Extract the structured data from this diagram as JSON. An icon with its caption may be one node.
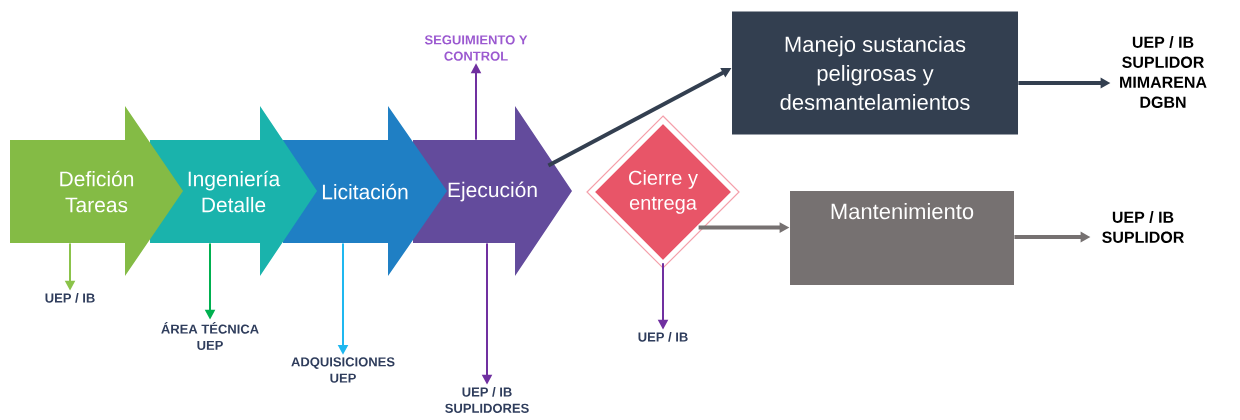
{
  "diagram": {
    "nodes": [
      {
        "text": [
          "Defición Tareas"
        ]
      },
      {
        "text": [
          "Ingeniería Detalle"
        ]
      },
      {
        "text": [
          "Licitación"
        ]
      },
      {
        "text": [
          "Ejecución"
        ]
      },
      {
        "text": [
          "Cierre y entrega"
        ]
      },
      {
        "text": [
          "Manejo sustancias peligrosas y desmantelamientos"
        ]
      },
      {
        "text": [
          "Mantenimiento"
        ]
      },
      {
        "text": [
          "UEP / IB"
        ]
      },
      {
        "text": [
          "ÁREA TÉCNICA UEP"
        ]
      },
      {
        "text": [
          "ADQUISICIONES UEP"
        ]
      },
      {
        "text": [
          "UEP / IB SUPLIDORES"
        ]
      },
      {
        "text": [
          "SEGUIMIENTO Y CONTROL"
        ]
      },
      {
        "text": [
          "UEP / IB"
        ]
      },
      {
        "text": [
          "UEP / IB SUPLIDOR MIMARENA DGBN"
        ]
      },
      {
        "text": [
          "UEP / IB SUPLIDOR"
        ]
      }
    ],
    "edges": [
      {
        "from": 0,
        "to": 7,
        "arrow": "to",
        "color": "#8bc34a"
      },
      {
        "from": 1,
        "to": 8,
        "arrow": "to",
        "color": "#00b050"
      },
      {
        "from": 2,
        "to": 9,
        "arrow": "to",
        "color": "#1fb8f0"
      },
      {
        "from": 3,
        "to": 10,
        "arrow": "to",
        "color": "#7030a0"
      },
      {
        "from": 3,
        "to": 11,
        "arrow": "to",
        "color": "#7030a0"
      },
      {
        "from": 4,
        "to": 12,
        "arrow": "to",
        "color": "#7030a0"
      },
      {
        "from": 3,
        "to": 5,
        "arrow": "to",
        "style": "thick",
        "color": "#333f50"
      },
      {
        "from": 5,
        "to": 13,
        "arrow": "to",
        "style": "thick",
        "color": "#333f50"
      },
      {
        "from": 4,
        "to": 6,
        "arrow": "to",
        "style": "thick",
        "color": "#767171"
      },
      {
        "from": 6,
        "to": 14,
        "arrow": "to",
        "style": "thick",
        "color": "#767171"
      }
    ]
  }
}
